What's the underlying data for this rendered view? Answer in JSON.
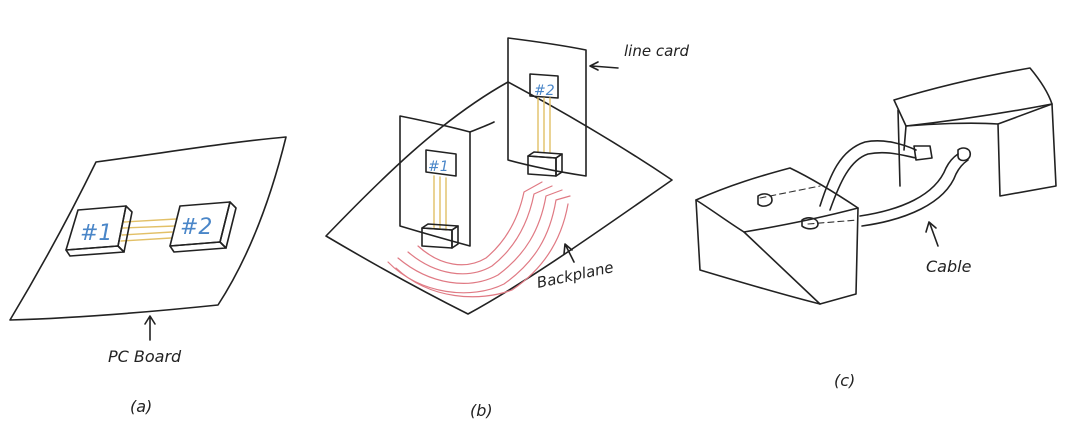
{
  "panel_a": {
    "chip1_label": "#1",
    "chip2_label": "#2",
    "board_label": "PC Board",
    "caption": "(a)"
  },
  "panel_b": {
    "card1_chip_label": "#1",
    "card2_chip_label": "#2",
    "line_card_label": "line card",
    "backplane_label": "Backplane",
    "caption": "(b)"
  },
  "panel_c": {
    "cable_label": "Cable",
    "caption": "(c)"
  },
  "colors": {
    "chip_text": "#4a86c8",
    "chip_fill": "#e4e4e4",
    "gold_trace": "#e2c067",
    "red_trace": "#e07a84",
    "box_shade": "#ececec"
  }
}
